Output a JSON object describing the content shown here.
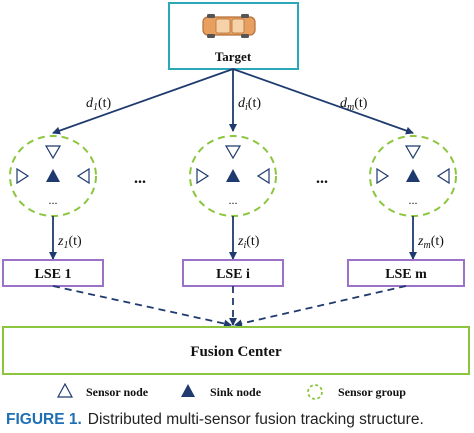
{
  "target": {
    "label": "Target"
  },
  "distances": [
    {
      "main": "d",
      "sub": "1",
      "tail": "(t)"
    },
    {
      "main": "d",
      "sub": "i",
      "tail": "(t)"
    },
    {
      "main": "d",
      "sub": "m",
      "tail": "(t)"
    }
  ],
  "group_dots": "...",
  "between_dots": "...",
  "measurements": [
    {
      "main": "z",
      "sub": "1",
      "tail": "(t)"
    },
    {
      "main": "z",
      "sub": "i",
      "tail": "(t)"
    },
    {
      "main": "z",
      "sub": "m",
      "tail": "(t)"
    }
  ],
  "lse": [
    "LSE 1",
    "LSE i",
    "LSE m"
  ],
  "fusion_center": "Fusion Center",
  "legend": {
    "sensor_node": "Sensor node",
    "sink_node": "Sink node",
    "sensor_group": "Sensor group"
  },
  "caption": {
    "figure_label": "FIGURE 1.",
    "text": "Distributed multi-sensor fusion tracking structure."
  },
  "colors": {
    "box_border": "#2aa8b8",
    "arrow": "#1f3a6e",
    "group_circle": "#8cc63f",
    "lse_border": "#9b72c7",
    "fusion_border": "#8cc63f",
    "node": "#1f3a6e",
    "caption_label": "#1f6fb5"
  }
}
